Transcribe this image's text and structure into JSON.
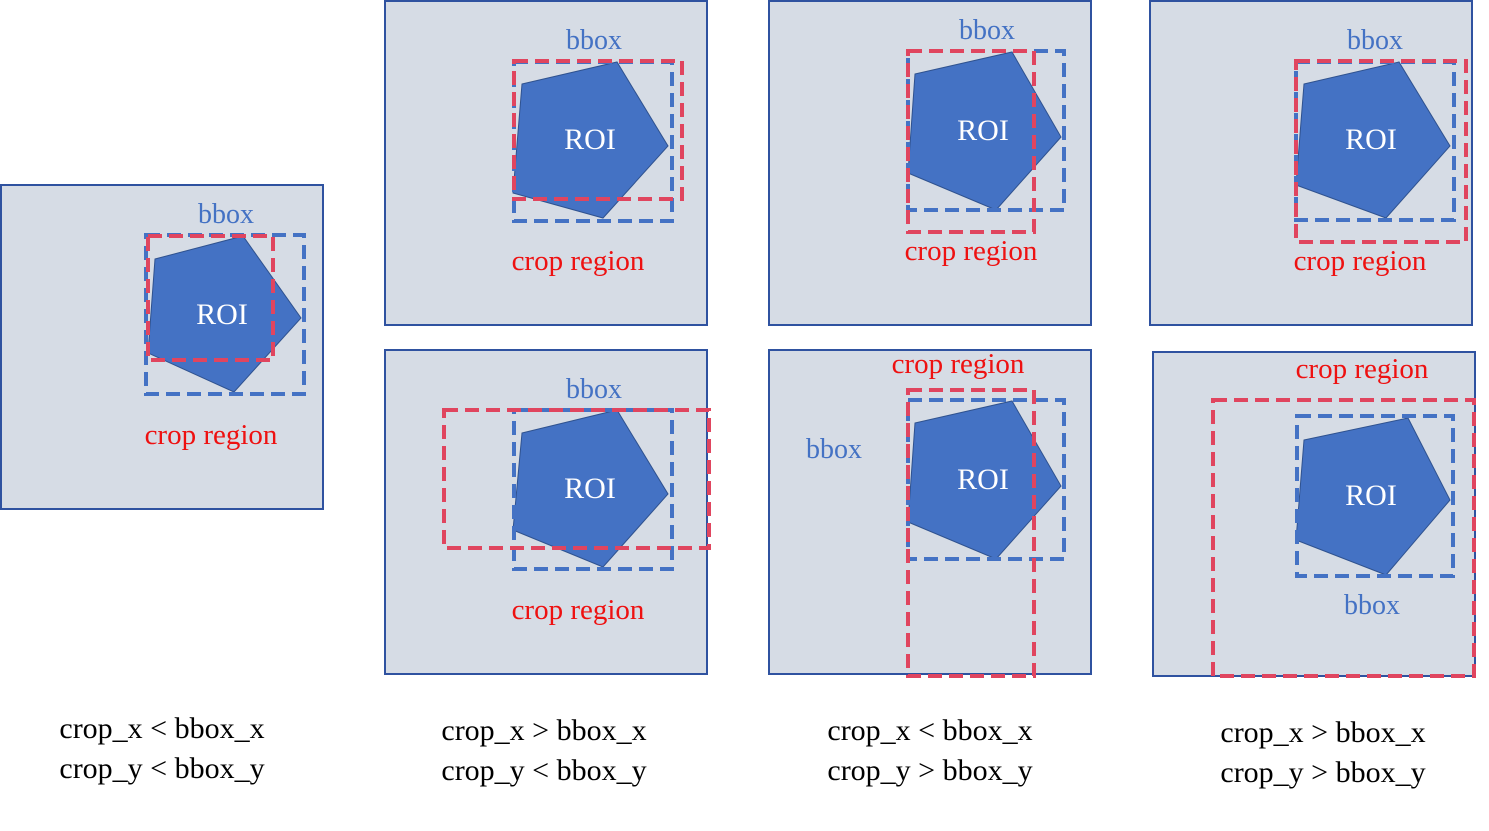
{
  "labels": {
    "roi": "ROI",
    "bbox": "bbox",
    "crop": "crop region"
  },
  "colors": {
    "panel_fill": "#d6dce5",
    "panel_border": "#2f52a0",
    "roi_fill": "#4472c4",
    "bbox_stroke": "#4472c4",
    "crop_stroke": "#e0455f",
    "crop_text": "#ee1111"
  },
  "conditions": [
    {
      "line1": "crop_x < bbox_x",
      "line2": "crop_y < bbox_y"
    },
    {
      "line1": "crop_x > bbox_x",
      "line2": "crop_y < bbox_y"
    },
    {
      "line1": "crop_x < bbox_x",
      "line2": "crop_y > bbox_y"
    },
    {
      "line1": "crop_x > bbox_x",
      "line2": "crop_y > bbox_y"
    }
  ]
}
